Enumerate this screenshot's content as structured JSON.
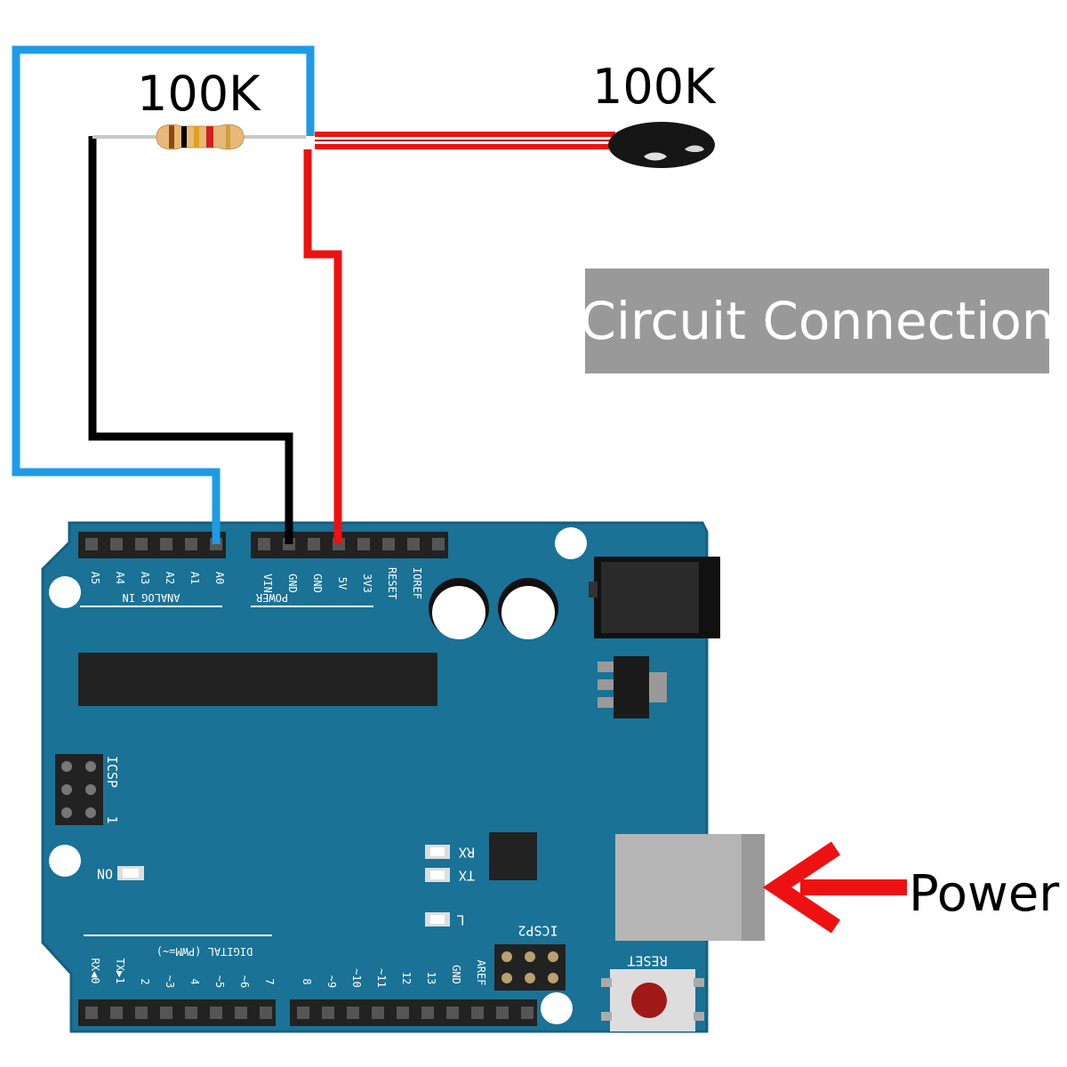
{
  "title": "Circuit Connection",
  "resistor": {
    "label": "100K"
  },
  "thermistor": {
    "label": "100K"
  },
  "power": {
    "label": "Power"
  },
  "board": {
    "analog_header_label": "ANALOG IN",
    "analog_pins": [
      "A5",
      "A4",
      "A3",
      "A2",
      "A1",
      "A0"
    ],
    "power_header_label": "POWER",
    "power_pins": [
      "VIN",
      "GND",
      "GND",
      "5V",
      "3V3",
      "RESET",
      "IOREF"
    ],
    "icsp_label": "ICSP",
    "icsp_pin_marker": "1",
    "icsp2_label": "ICSP2",
    "led_on_label": "ON",
    "led_rx_label": "RX",
    "led_tx_label": "TX",
    "led_l_label": "L",
    "reset_label": "RESET",
    "digital_header_label": "DIGITAL (PWM=~)",
    "digital_pins": [
      "RX◀0",
      "TX▶1",
      "2",
      "~3",
      "4",
      "~5",
      "~6",
      "7",
      "8",
      "~9",
      "~10",
      "~11",
      "12",
      "13",
      "GND",
      "AREF"
    ]
  },
  "wires": [
    {
      "name": "A0 to junction",
      "color": "#1e9be6"
    },
    {
      "name": "GND to resistor",
      "color": "#000000"
    },
    {
      "name": "5V to thermistor",
      "color": "#ee1111"
    }
  ],
  "colors": {
    "board": "#1a7296",
    "title_box": "#999999",
    "arrow": "#ee1111"
  }
}
